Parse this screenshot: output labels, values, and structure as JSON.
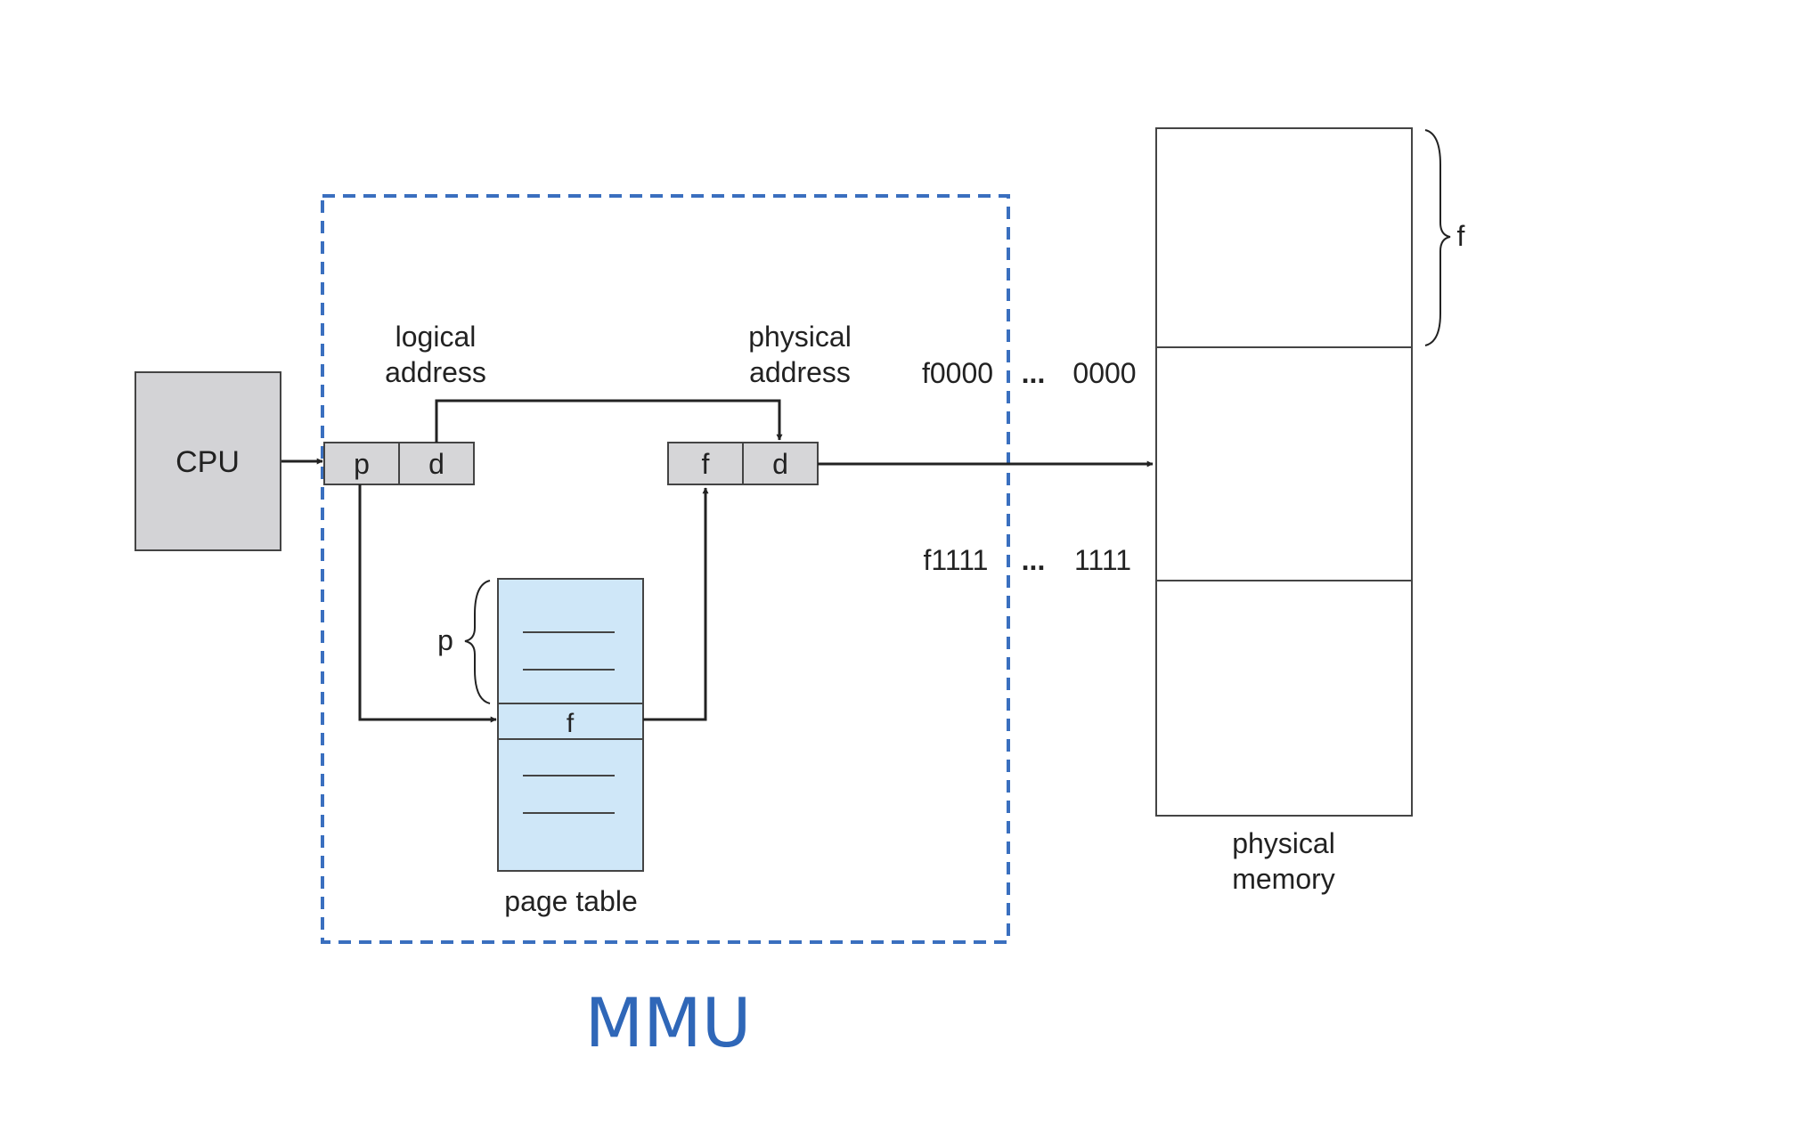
{
  "colors": {
    "mmu_border": "#3a6fbf",
    "mmu_label": "#2f67b8",
    "cpu_fill": "#d3d3d6",
    "register_fill": "#d6d6d8",
    "page_table_fill": "#cfe7f8",
    "stroke": "#222222"
  },
  "cpu": {
    "label": "CPU"
  },
  "logical_address": {
    "label_line1": "logical",
    "label_line2": "address",
    "page_field": "p",
    "offset_field": "d"
  },
  "physical_address": {
    "label_line1": "physical",
    "label_line2": "address",
    "frame_field": "f",
    "offset_field": "d"
  },
  "page_table": {
    "label": "page table",
    "index_label": "p",
    "entry_label": "f"
  },
  "physical_memory": {
    "label_line1": "physical",
    "label_line2": "memory",
    "frame_brace_label": "f"
  },
  "addresses": {
    "frame_start_left": "f0000",
    "frame_start_dots": "...",
    "frame_start_right": "0000",
    "frame_end_left": "f1111",
    "frame_end_dots": "...",
    "frame_end_right": "1111"
  },
  "mmu": {
    "label": "MMU"
  }
}
